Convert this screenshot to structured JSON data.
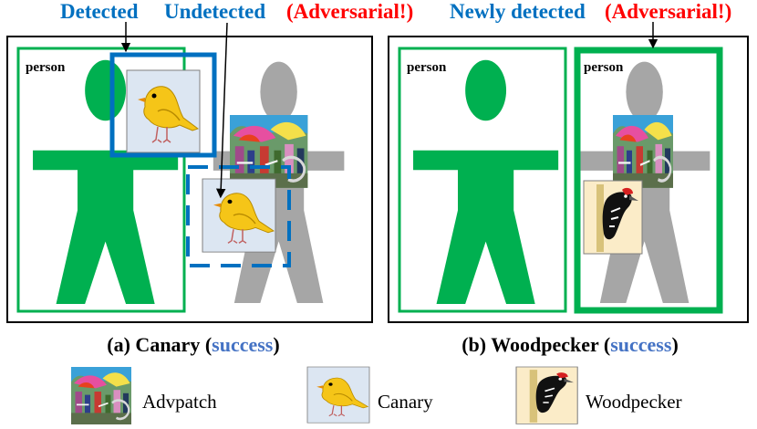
{
  "header": {
    "detected": "Detected",
    "undetected": "Undetected",
    "adversarial_left": "(Adversarial!)",
    "newly_detected": "Newly detected",
    "adversarial_right": "(Adversarial!)"
  },
  "panels": {
    "a": {
      "person_label": "person",
      "caption_prefix": "(a) Canary (",
      "caption_status": "success",
      "caption_suffix": ")"
    },
    "b": {
      "person_label_1": "person",
      "person_label_2": "person",
      "caption_prefix": "(b) Woodpecker (",
      "caption_status": "success",
      "caption_suffix": ")"
    }
  },
  "legend": {
    "advpatch": "Advpatch",
    "canary": "Canary",
    "woodpecker": "Woodpecker"
  },
  "colors": {
    "person_detected": "#00b050",
    "person_undetected": "#a6a6a6",
    "detected_box": "#0070c0",
    "status_blue": "#4472c4",
    "adversarial_red": "#ff0000",
    "frame": "#000000",
    "canary_bg": "#dce6f2",
    "woodpecker_bg": "#fbecc8",
    "canary_bird": "#f5c518"
  }
}
